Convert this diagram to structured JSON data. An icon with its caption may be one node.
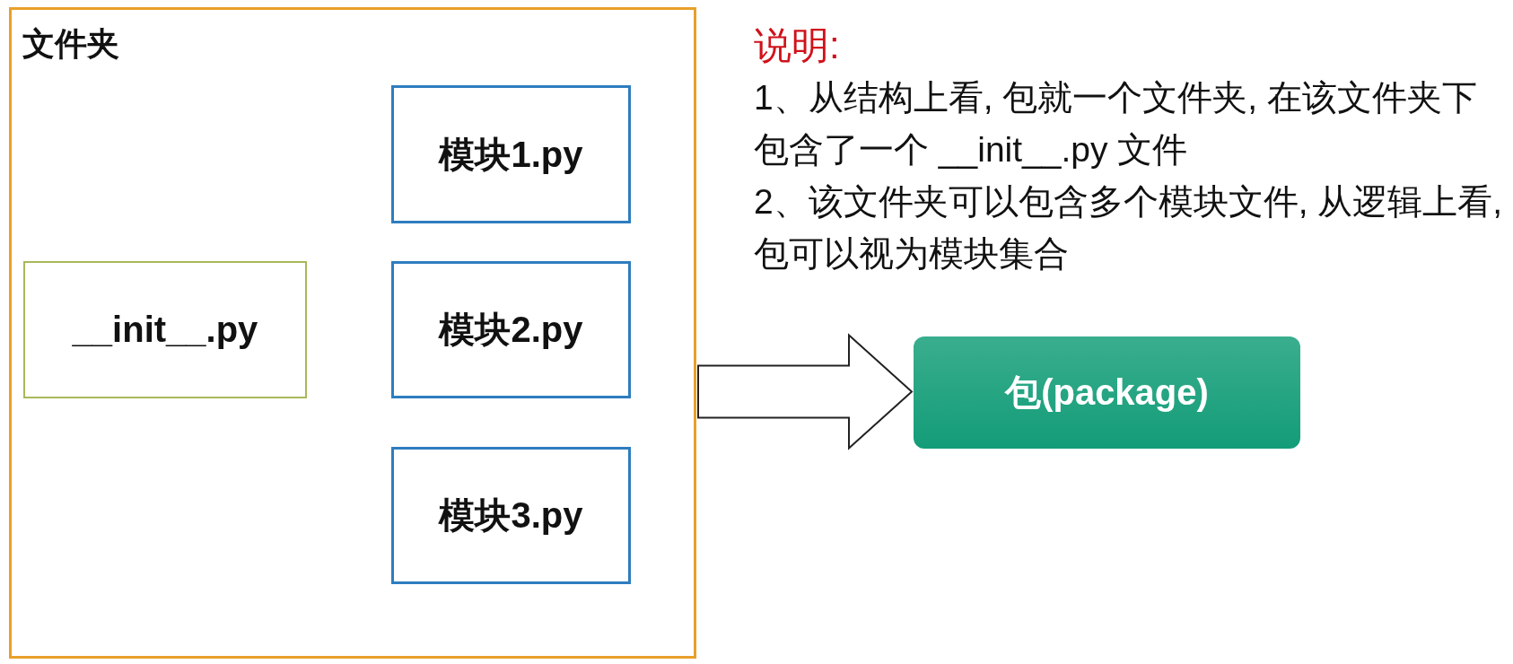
{
  "diagram": {
    "nodes": [
      {
        "text": [
          "文件夹"
        ]
      },
      {
        "text": [
          "模块1.py"
        ],
        "in": 0
      },
      {
        "text": [
          "__init__.py"
        ],
        "in": 0
      },
      {
        "text": [
          "模块2.py"
        ],
        "in": 0
      },
      {
        "text": [
          "模块3.py"
        ],
        "in": 0
      },
      {
        "text": [
          "包(package)"
        ]
      }
    ],
    "edges": [
      {
        "from": 0,
        "to": 5,
        "arrow": "to"
      }
    ],
    "labels": [
      "说明:",
      "1、从结构上看, 包就一个文件夹, 在该文件夹下包含了一个 __init__.py 文件",
      "2、该文件夹可以包含多个模块文件, 从逻辑上看, 包可以视为模块集合"
    ]
  }
}
